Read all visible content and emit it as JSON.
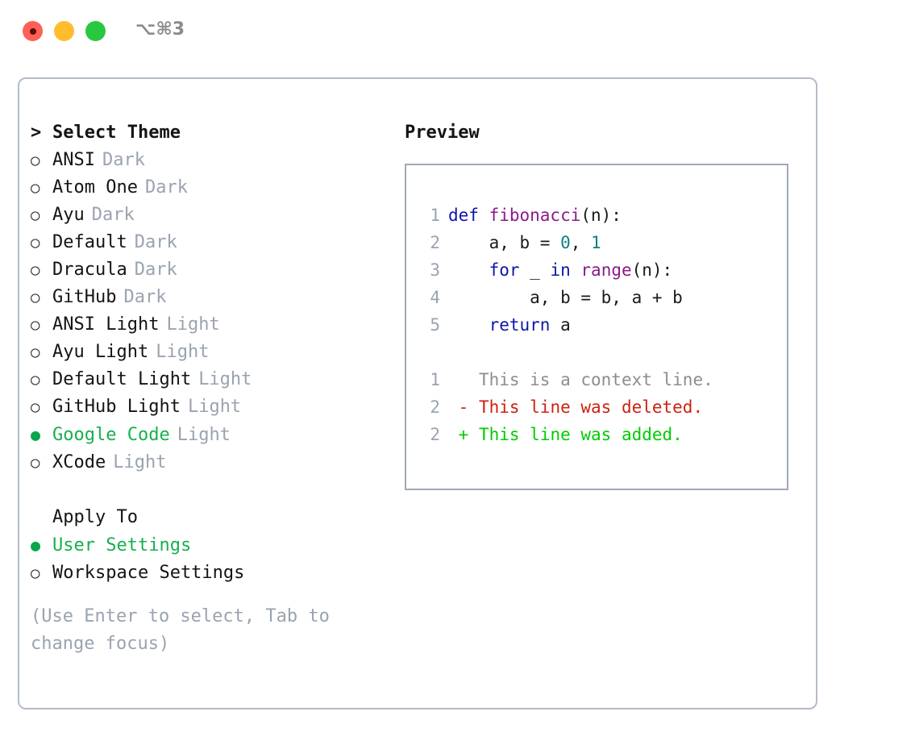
{
  "titlebar": {
    "shortcut": "⌥⌘3",
    "buttons": [
      {
        "name": "close",
        "color": "#ff5f57"
      },
      {
        "name": "minimize",
        "color": "#ffbd2e"
      },
      {
        "name": "zoom",
        "color": "#28c840"
      }
    ]
  },
  "theme_section": {
    "caret": ">",
    "heading": "Select Theme",
    "bullet_unselected": "○",
    "bullet_selected": "●",
    "items": [
      {
        "name": "ANSI",
        "kind": "Dark",
        "selected": false
      },
      {
        "name": "Atom One",
        "kind": "Dark",
        "selected": false
      },
      {
        "name": "Ayu",
        "kind": "Dark",
        "selected": false
      },
      {
        "name": "Default",
        "kind": "Dark",
        "selected": false
      },
      {
        "name": "Dracula",
        "kind": "Dark",
        "selected": false
      },
      {
        "name": "GitHub",
        "kind": "Dark",
        "selected": false
      },
      {
        "name": "ANSI Light",
        "kind": "Light",
        "selected": false
      },
      {
        "name": "Ayu Light",
        "kind": "Light",
        "selected": false
      },
      {
        "name": "Default Light",
        "kind": "Light",
        "selected": false
      },
      {
        "name": "GitHub Light",
        "kind": "Light",
        "selected": false
      },
      {
        "name": "Google Code",
        "kind": "Light",
        "selected": true
      },
      {
        "name": "XCode",
        "kind": "Light",
        "selected": false
      }
    ]
  },
  "apply_section": {
    "heading": "Apply To",
    "items": [
      {
        "name": "User Settings",
        "selected": true
      },
      {
        "name": "Workspace Settings",
        "selected": false
      }
    ]
  },
  "hint": "(Use Enter to select, Tab to change focus)",
  "preview": {
    "title": "Preview",
    "code_lines": [
      {
        "ln": "1",
        "tokens": [
          {
            "t": "def ",
            "c": "kw"
          },
          {
            "t": "fibonacci",
            "c": "fn"
          },
          {
            "t": "(n):",
            "c": "plain"
          }
        ]
      },
      {
        "ln": "2",
        "tokens": [
          {
            "t": "    a, b = ",
            "c": "plain"
          },
          {
            "t": "0",
            "c": "num"
          },
          {
            "t": ", ",
            "c": "plain"
          },
          {
            "t": "1",
            "c": "num"
          }
        ]
      },
      {
        "ln": "3",
        "tokens": [
          {
            "t": "    ",
            "c": "plain"
          },
          {
            "t": "for",
            "c": "kw"
          },
          {
            "t": " _ ",
            "c": "plain"
          },
          {
            "t": "in",
            "c": "kw"
          },
          {
            "t": " ",
            "c": "plain"
          },
          {
            "t": "range",
            "c": "fn"
          },
          {
            "t": "(n):",
            "c": "plain"
          }
        ]
      },
      {
        "ln": "4",
        "tokens": [
          {
            "t": "        a, b = b, a + b",
            "c": "plain"
          }
        ]
      },
      {
        "ln": "5",
        "tokens": [
          {
            "t": "    ",
            "c": "plain"
          },
          {
            "t": "return",
            "c": "kw"
          },
          {
            "t": " a",
            "c": "plain"
          }
        ]
      }
    ],
    "diff_lines": [
      {
        "ln": "1",
        "marker": " ",
        "text": " This is a context line.",
        "c": "ctx"
      },
      {
        "ln": "2",
        "marker": "-",
        "text": " This line was deleted.",
        "c": "del"
      },
      {
        "ln": "2",
        "marker": "+",
        "text": " This line was added.",
        "c": "add"
      }
    ]
  },
  "colors": {
    "accent_green": "#17b04e",
    "muted": "#9aa3b0",
    "border": "#b4bcc8",
    "keyword": "#0d16a8",
    "function": "#8b1a8b",
    "number": "#0d8080",
    "diff_delete": "#cc2211",
    "diff_add": "#00cc00"
  }
}
